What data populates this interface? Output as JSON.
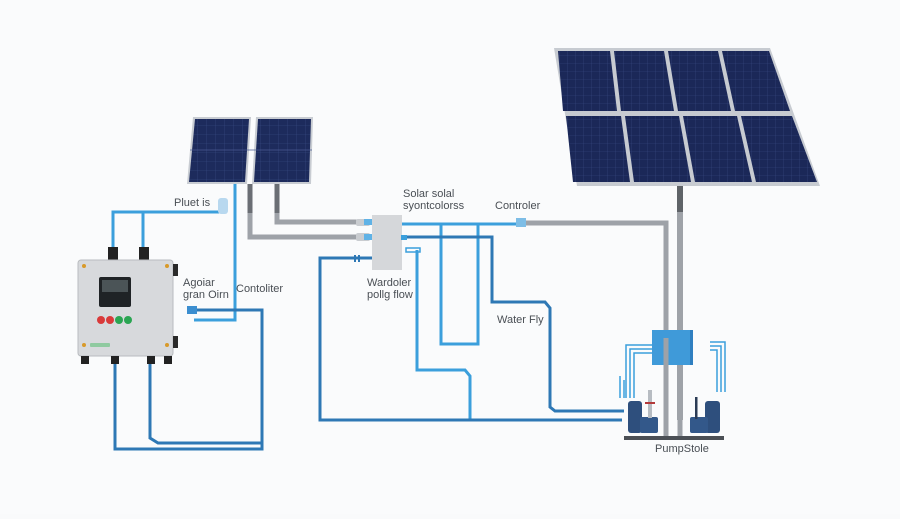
{
  "diagram": {
    "title": "Solar-powered water pumping system",
    "labels": {
      "small_panel_junction": "Pluet is",
      "solar_system_line1": "Solar solal",
      "solar_system_line2": "syontcolorss",
      "controller_top": "Controler",
      "agoiar_line1": "Agoiar",
      "agoiar_line2": "gran Oirn",
      "controller_left": "Contoliter",
      "wardoler_line1": "Wardoler",
      "wardoler_line2": "pollg flow",
      "water_fly": "Water Fly",
      "pump_station": "PumpStole"
    },
    "components": [
      {
        "id": "small-solar-array",
        "type": "solar-panel",
        "panels": 2
      },
      {
        "id": "large-solar-array",
        "type": "solar-panel",
        "panels": 8,
        "rows": 2,
        "cols": 4
      },
      {
        "id": "control-box",
        "type": "electrical-enclosure",
        "indicator_lights": [
          "red",
          "red",
          "green",
          "green"
        ]
      },
      {
        "id": "junction-box",
        "type": "junction"
      },
      {
        "id": "water-tank",
        "type": "tank"
      },
      {
        "id": "pump-left",
        "type": "pump"
      },
      {
        "id": "pump-right",
        "type": "pump"
      }
    ],
    "colors": {
      "panel_cell": "#1c2a5a",
      "panel_frame": "#c8ccd2",
      "water_pipe": "#3a9bd8",
      "water_pipe_dark": "#2f6fa6",
      "cable_gray": "#9a9ea4",
      "cable_dark": "#5f6368",
      "tank": "#3f9ad9",
      "enclosure": "#d7d9dc",
      "pump": "#2e4f7d",
      "led_red": "#d93a3a",
      "led_green": "#2aa552"
    }
  }
}
